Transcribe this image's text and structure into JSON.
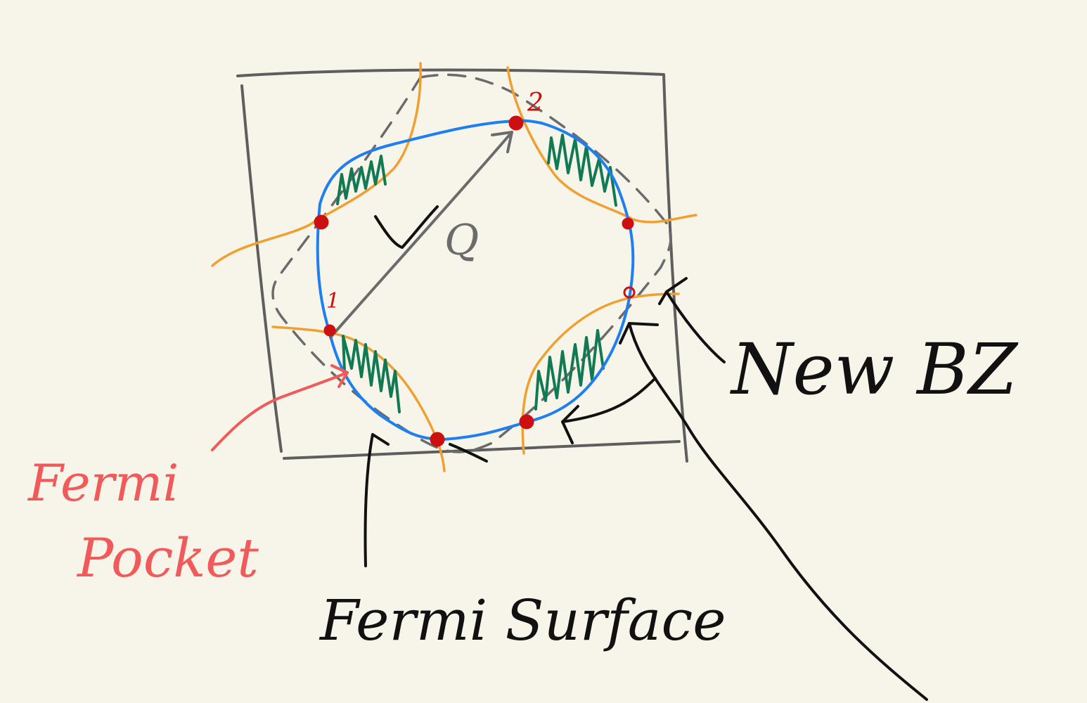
{
  "labels": {
    "q": "Q",
    "point_1": "1",
    "point_2": "2",
    "new_bz": "New BZ",
    "fermi_pocket_line1": "Fermi",
    "fermi_pocket_line2": "Pocket",
    "fermi_surface": "Fermi Surface"
  },
  "colors": {
    "background": "#f7f5ea",
    "bz_box": "#5e5e5e",
    "fermi_surface": "#1f7ff0",
    "folded_surface": "#f0a030",
    "new_bz_dashed": "#6b6b6b",
    "hatch": "#117a55",
    "hot_spot": "#cc1010",
    "pocket_label": "#f05a5a",
    "ink": "#111111"
  }
}
